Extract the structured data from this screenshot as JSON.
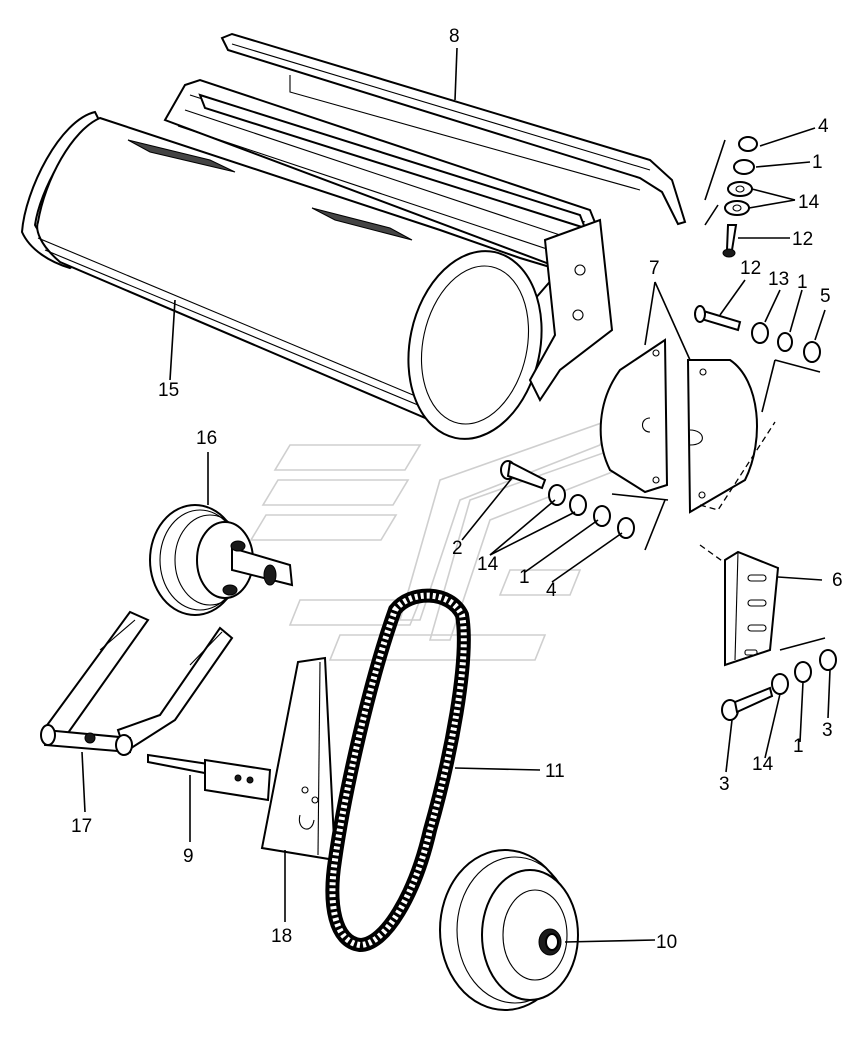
{
  "callouts": [
    {
      "id": "c8",
      "text": "8"
    },
    {
      "id": "c4a",
      "text": "4"
    },
    {
      "id": "c1a",
      "text": "1"
    },
    {
      "id": "c14a",
      "text": "14"
    },
    {
      "id": "c12a",
      "text": "12"
    },
    {
      "id": "c7",
      "text": "7"
    },
    {
      "id": "c12b",
      "text": "12"
    },
    {
      "id": "c13",
      "text": "13"
    },
    {
      "id": "c1b",
      "text": "1"
    },
    {
      "id": "c5",
      "text": "5"
    },
    {
      "id": "c15",
      "text": "15"
    },
    {
      "id": "c16",
      "text": "16"
    },
    {
      "id": "c2",
      "text": "2"
    },
    {
      "id": "c14b",
      "text": "14"
    },
    {
      "id": "c1c",
      "text": "1"
    },
    {
      "id": "c4b",
      "text": "4"
    },
    {
      "id": "c6",
      "text": "6"
    },
    {
      "id": "c3a",
      "text": "3"
    },
    {
      "id": "c14c",
      "text": "14"
    },
    {
      "id": "c1d",
      "text": "1"
    },
    {
      "id": "c3b",
      "text": "3"
    },
    {
      "id": "c11",
      "text": "11"
    },
    {
      "id": "c17",
      "text": "17"
    },
    {
      "id": "c9",
      "text": "9"
    },
    {
      "id": "c18",
      "text": "18"
    },
    {
      "id": "c10",
      "text": "10"
    }
  ]
}
